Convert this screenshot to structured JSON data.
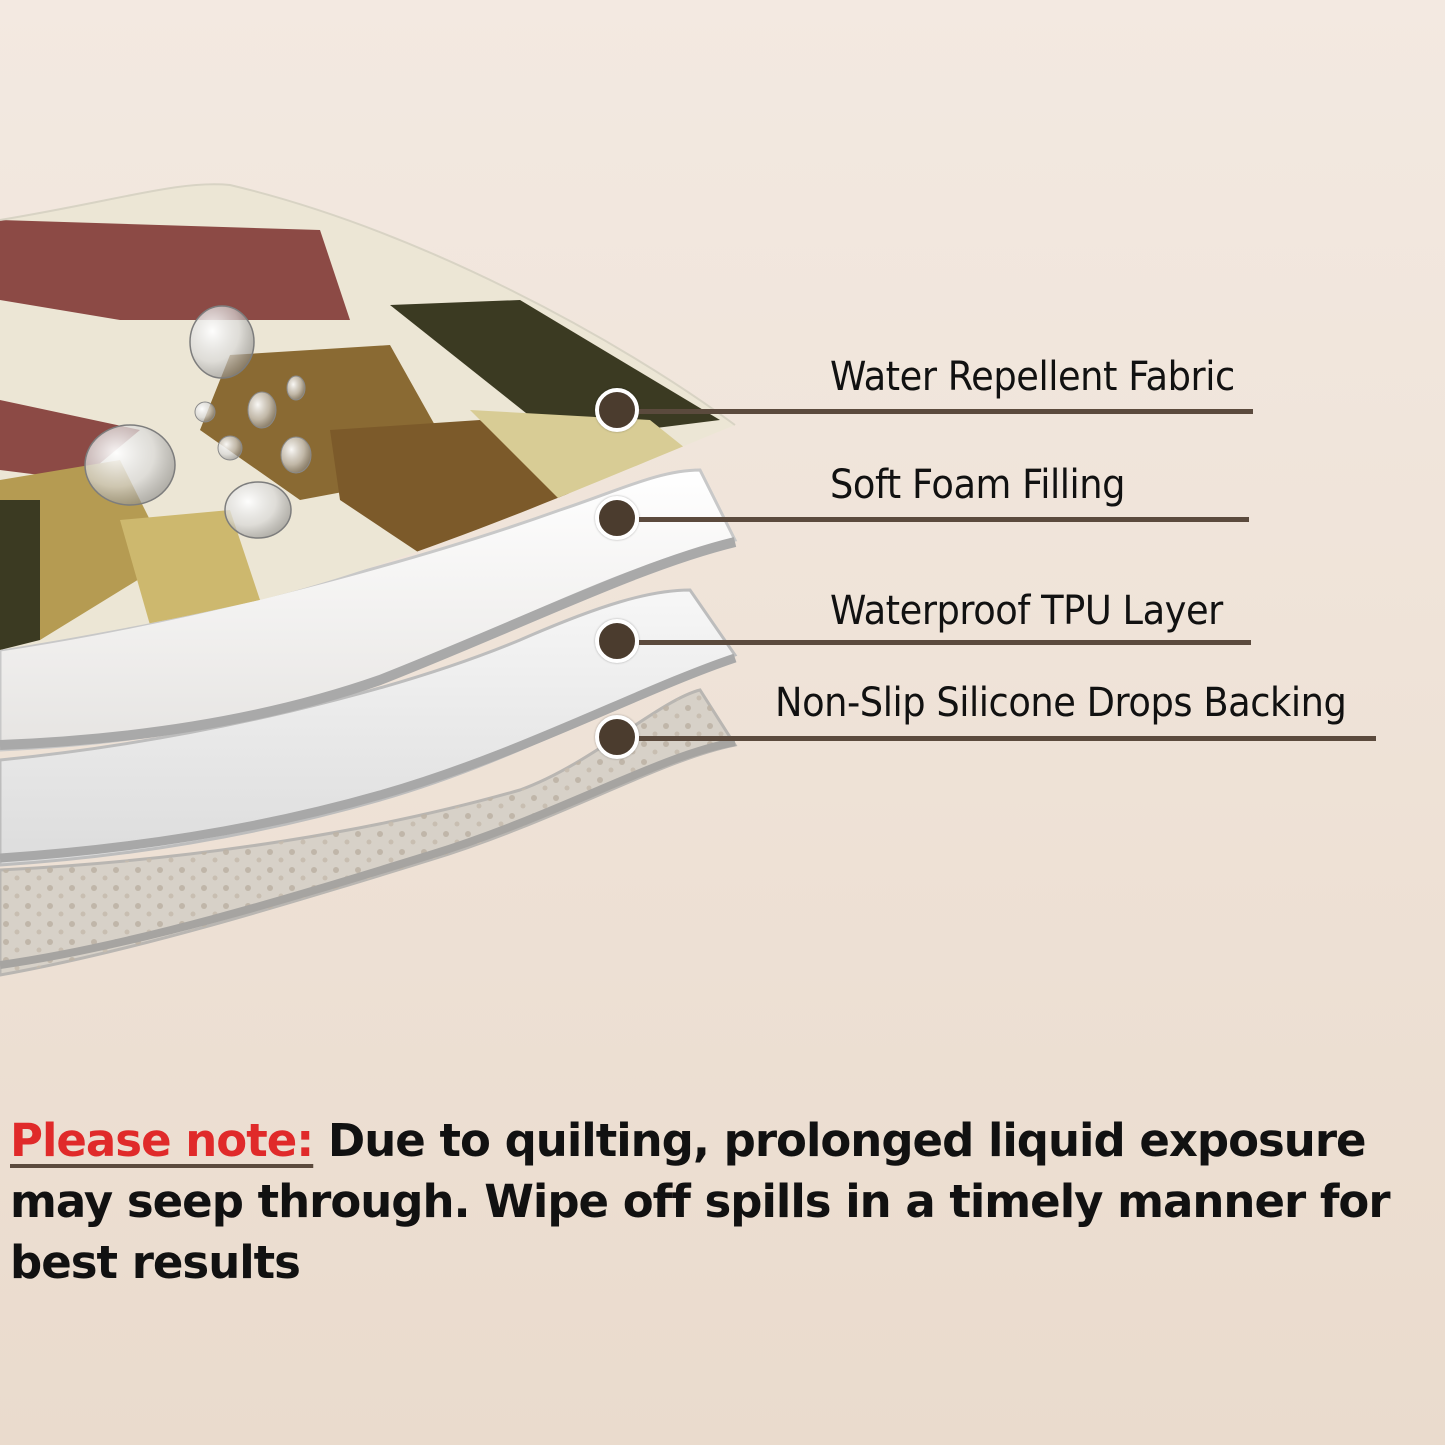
{
  "layers": [
    {
      "label": "Water Repellent Fabric"
    },
    {
      "label": "Soft Foam Filling"
    },
    {
      "label": "Waterproof TPU Layer"
    },
    {
      "label": "Non-Slip Silicone Drops Backing"
    }
  ],
  "note": {
    "lead": "Please note:",
    "text": "Due to quilting, prolonged liquid exposure may seep through. Wipe off spills in a timely manner for best results"
  },
  "colors": {
    "accent_red": "#e02a2a",
    "leader_brown": "#5b4a3d",
    "dot_brown": "#4b3c2e"
  }
}
